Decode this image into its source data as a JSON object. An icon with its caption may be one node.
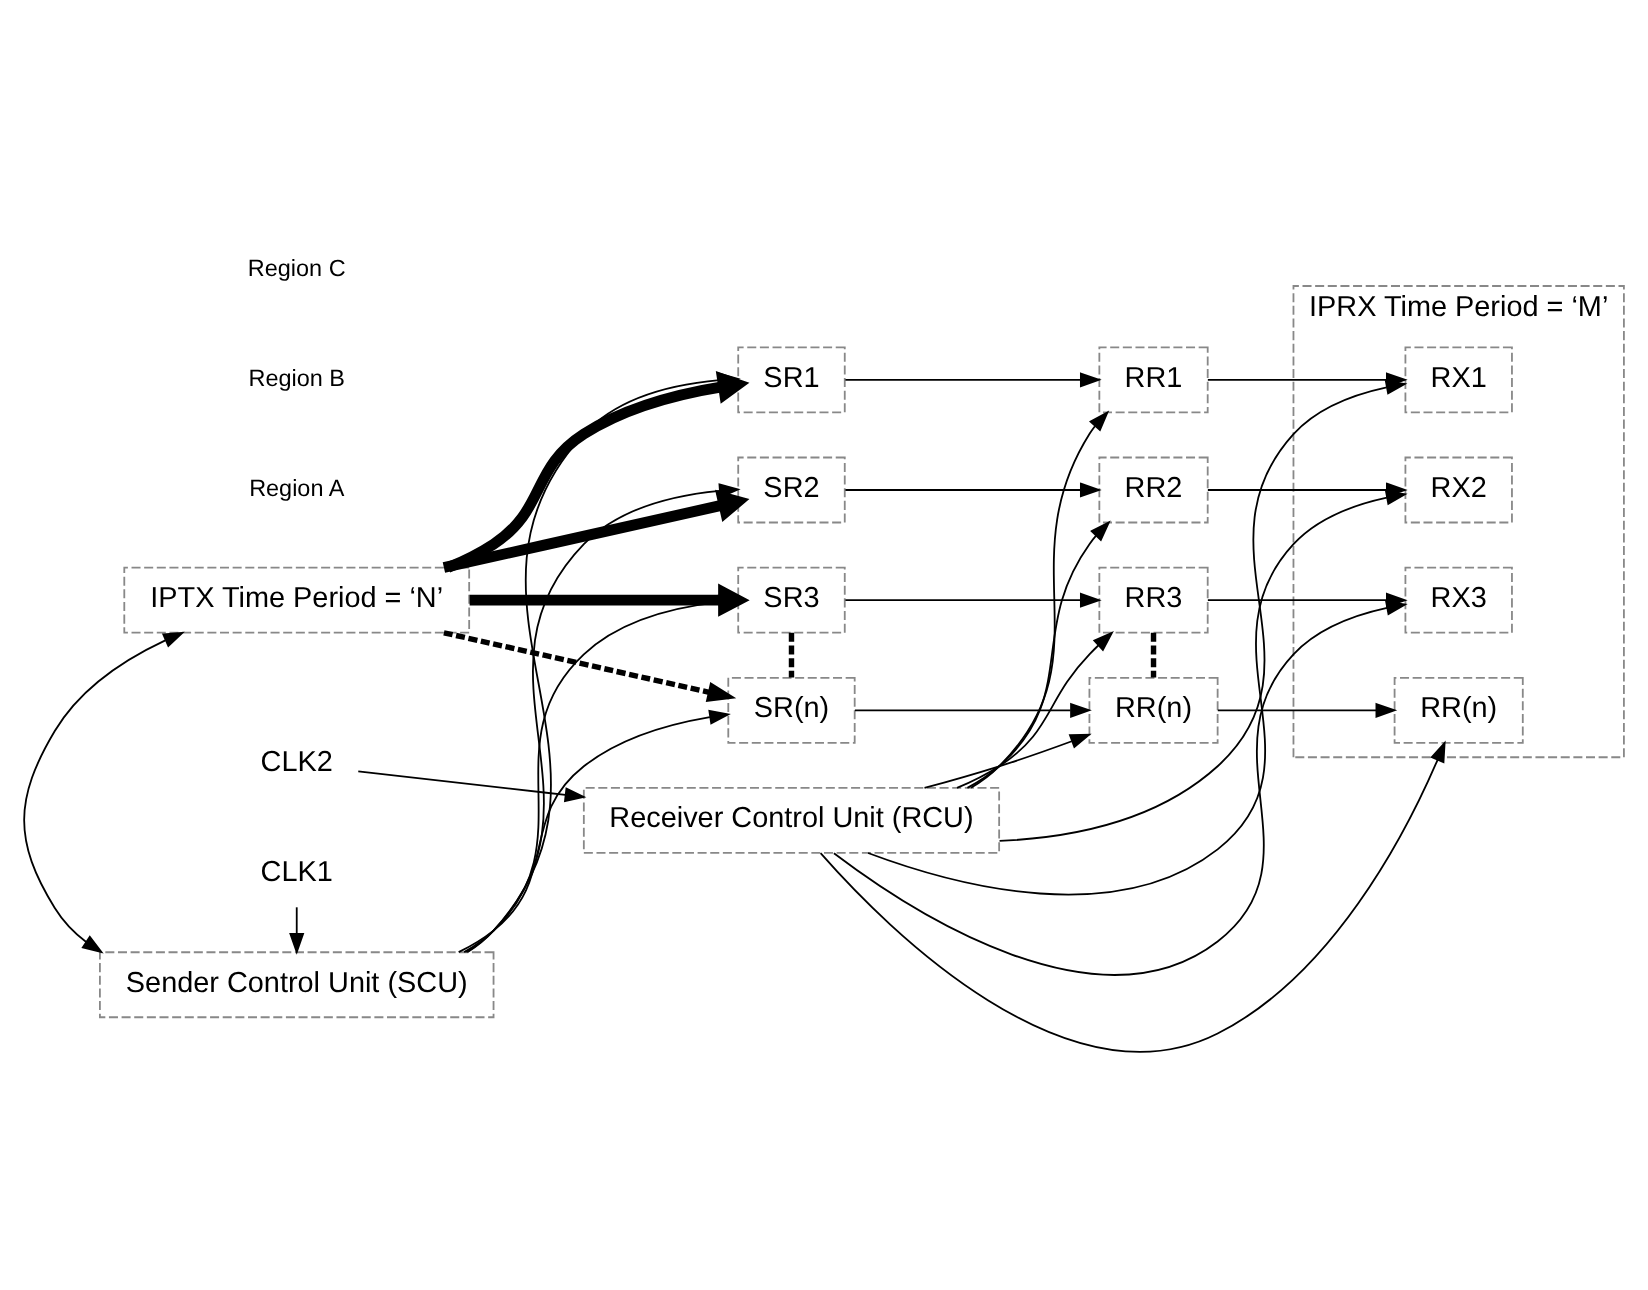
{
  "diagram": {
    "nodes": [
      {
        "text": [
          "IPTX Time Period = ‘N’"
        ]
      },
      {
        "text": [
          "SR1"
        ]
      },
      {
        "text": [
          "SR2"
        ]
      },
      {
        "text": [
          "SR3"
        ]
      },
      {
        "text": [
          "SR(n)"
        ]
      },
      {
        "text": [
          "RR1"
        ]
      },
      {
        "text": [
          "RR2"
        ]
      },
      {
        "text": [
          "RR3"
        ]
      },
      {
        "text": [
          "RR(n)"
        ]
      },
      {
        "text": [
          "IPRX Time Period = ‘M’"
        ]
      },
      {
        "text": [
          "RX1"
        ],
        "in": 9
      },
      {
        "text": [
          "RX2"
        ],
        "in": 9
      },
      {
        "text": [
          "RX3"
        ],
        "in": 9
      },
      {
        "text": [
          "RR(n)"
        ],
        "in": 9
      },
      {
        "text": [
          "Sender Control Unit (SCU)"
        ]
      },
      {
        "text": [
          "Receiver Control Unit (RCU)"
        ]
      },
      {
        "text": [
          "CLK1"
        ]
      },
      {
        "text": [
          "CLK2"
        ]
      }
    ],
    "edges": [
      {
        "from": 0,
        "to": 1,
        "arrow": "to",
        "style": "thick"
      },
      {
        "from": 0,
        "to": 2,
        "arrow": "to",
        "style": "thick"
      },
      {
        "from": 0,
        "to": 3,
        "arrow": "to",
        "style": "thick"
      },
      {
        "from": 0,
        "to": 4,
        "arrow": "to",
        "style": "dashed"
      },
      {
        "from": 0,
        "to": 14,
        "arrow": "both"
      },
      {
        "from": 16,
        "to": 14,
        "arrow": "to"
      },
      {
        "from": 1,
        "to": 5,
        "arrow": "to"
      },
      {
        "from": 2,
        "to": 6,
        "arrow": "to"
      },
      {
        "from": 3,
        "to": 7,
        "arrow": "to"
      },
      {
        "from": 4,
        "to": 8,
        "arrow": "to"
      },
      {
        "from": 5,
        "to": 10,
        "arrow": "to"
      },
      {
        "from": 6,
        "to": 11,
        "arrow": "to"
      },
      {
        "from": 7,
        "to": 12,
        "arrow": "to"
      },
      {
        "from": 8,
        "to": 13,
        "arrow": "to"
      },
      {
        "from": 3,
        "to": 4,
        "arrow": "none",
        "style": "dashed"
      },
      {
        "from": 7,
        "to": 8,
        "arrow": "none",
        "style": "dashed"
      },
      {
        "from": 14,
        "to": 1,
        "arrow": "to"
      },
      {
        "from": 14,
        "to": 2,
        "arrow": "to"
      },
      {
        "from": 14,
        "to": 3,
        "arrow": "to"
      },
      {
        "from": 14,
        "to": 4,
        "arrow": "to"
      },
      {
        "from": 15,
        "to": 5,
        "arrow": "to"
      },
      {
        "from": 15,
        "to": 6,
        "arrow": "to"
      },
      {
        "from": 15,
        "to": 7,
        "arrow": "to"
      },
      {
        "from": 15,
        "to": 8,
        "arrow": "to"
      },
      {
        "from": 15,
        "to": 10,
        "arrow": "to"
      },
      {
        "from": 15,
        "to": 11,
        "arrow": "to"
      },
      {
        "from": 15,
        "to": 12,
        "arrow": "to"
      },
      {
        "from": 15,
        "to": 13,
        "arrow": "to"
      },
      {
        "from": 17,
        "to": 15,
        "arrow": "to"
      }
    ],
    "labels": [
      "Region A",
      "Region B",
      "Region C"
    ]
  }
}
